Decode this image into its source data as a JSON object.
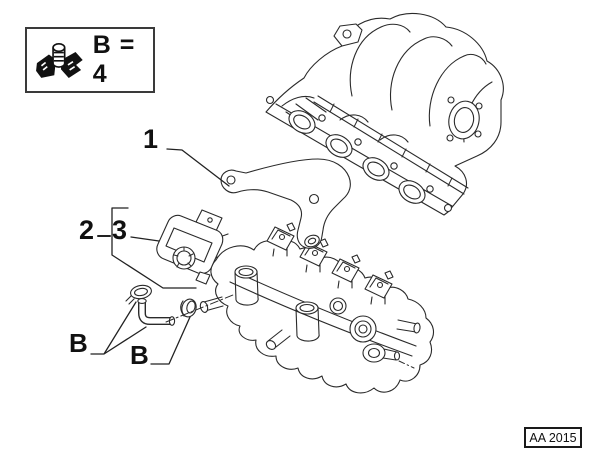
{
  "colors": {
    "line": "#1a1a1a",
    "background": "#ffffff"
  },
  "legend": {
    "label": "B = 4",
    "icon": "fasteners-icon"
  },
  "callouts": {
    "part1": "1",
    "part2": "2",
    "part3": "3",
    "bolt_left": "B",
    "bolt_right": "B"
  },
  "plate": {
    "code": "AA 2015"
  }
}
